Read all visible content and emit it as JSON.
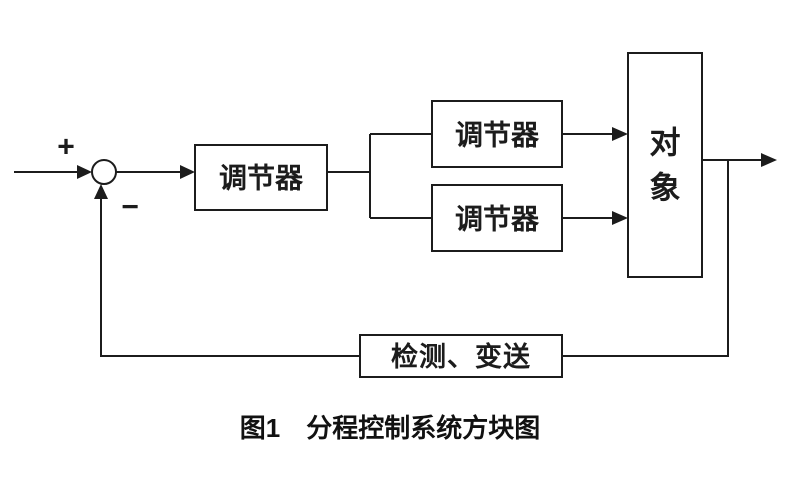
{
  "figure": {
    "caption": "图1　分程控制系统方块图",
    "signs": {
      "plus": "+",
      "minus": "−"
    },
    "blocks": {
      "controller_main": {
        "label": "调节器"
      },
      "controller_upper": {
        "label": "调节器"
      },
      "controller_lower": {
        "label": "调节器"
      },
      "plant": {
        "char_top": "对",
        "char_bottom": "象"
      },
      "feedback": {
        "label": "检测、变送"
      }
    },
    "colors": {
      "line": "#1c1c1c",
      "background": "#ffffff"
    }
  }
}
